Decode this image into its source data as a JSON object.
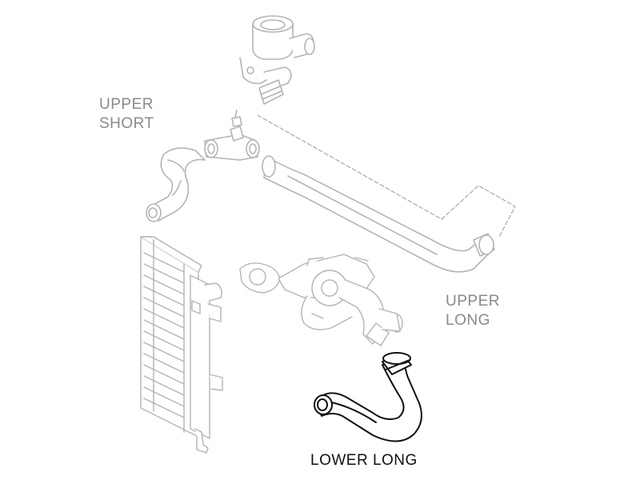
{
  "labels": {
    "upper_short": {
      "line1": "UPPER",
      "line2": "SHORT"
    },
    "upper_long": {
      "line1": "UPPER",
      "line2": "LONG"
    },
    "lower_long": "LOWER LONG"
  },
  "colors": {
    "background": "#ffffff",
    "faded_line": "#b4b4b4",
    "faded_text": "#8a8a8a",
    "highlight_line": "#111111",
    "highlight_text": "#111111"
  }
}
